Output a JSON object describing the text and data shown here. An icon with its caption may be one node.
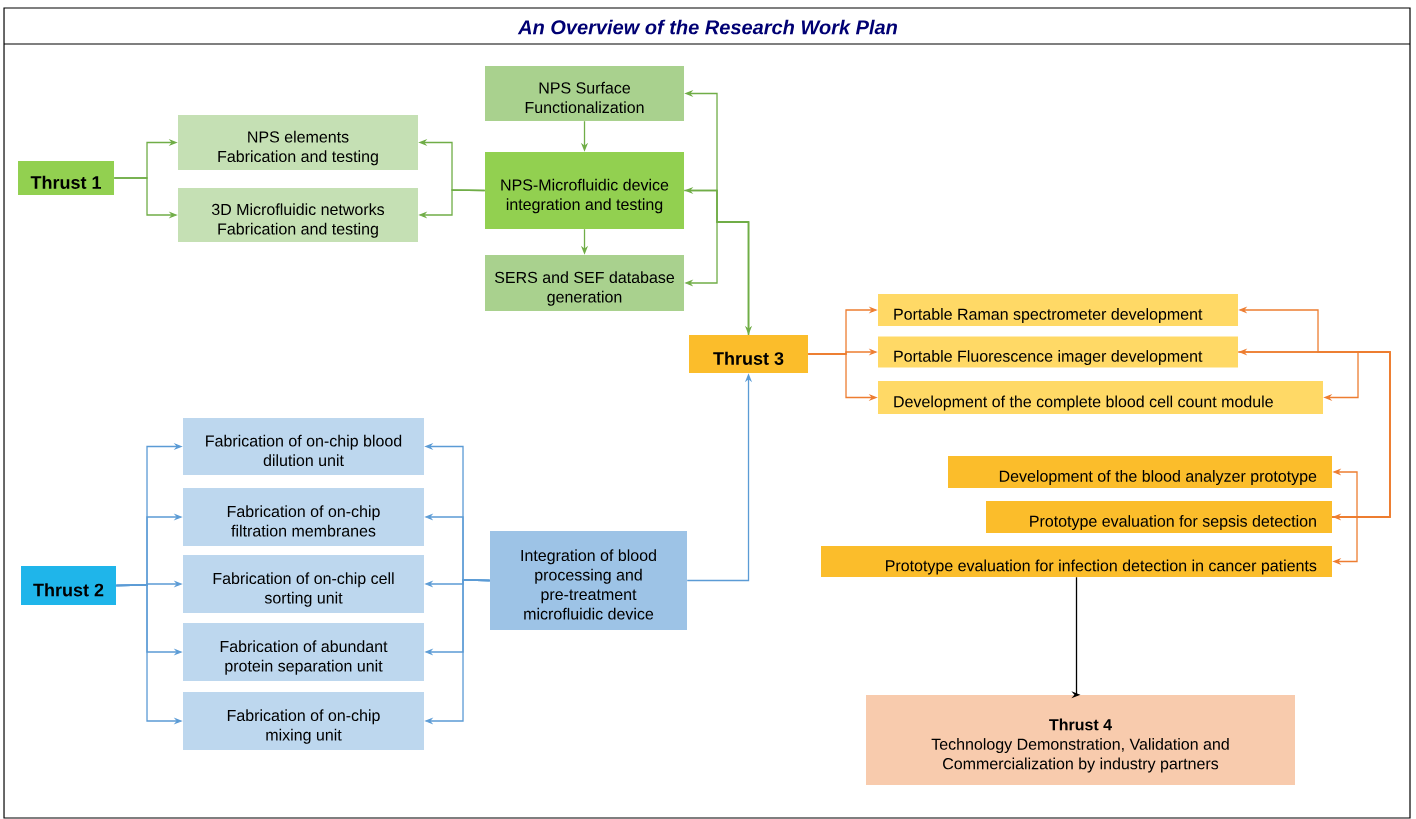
{
  "diagram": {
    "title": "An Overview of the Research Work Plan",
    "nodes": [
      {
        "text": [
          "Thrust 1"
        ]
      },
      {
        "text": [
          "NPS elements Fabrication and testing"
        ]
      },
      {
        "text": [
          "3D Microfluidic networks Fabrication and testing"
        ]
      },
      {
        "text": [
          "NPS Surface Functionalization"
        ]
      },
      {
        "text": [
          "NPS-Microfluidic device integration and testing"
        ]
      },
      {
        "text": [
          "SERS and SEF database generation"
        ]
      },
      {
        "text": [
          "Thrust 3"
        ]
      },
      {
        "text": [
          "Portable Raman spectrometer development"
        ]
      },
      {
        "text": [
          "Portable Fluorescence imager development"
        ]
      },
      {
        "text": [
          "Development of the complete blood cell count module"
        ]
      },
      {
        "text": [
          "Development of the blood analyzer prototype"
        ]
      },
      {
        "text": [
          "Prototype evaluation for sepsis detection"
        ]
      },
      {
        "text": [
          "Prototype evaluation for infection detection in cancer patients"
        ]
      },
      {
        "text": [
          "Thrust 4",
          "Technology Demonstration, Validation and Commercialization by industry partners"
        ]
      },
      {
        "text": [
          "Thrust 2"
        ]
      },
      {
        "text": [
          "Fabrication of on-chip blood dilution unit"
        ]
      },
      {
        "text": [
          "Fabrication of on-chip filtration membranes"
        ]
      },
      {
        "text": [
          "Fabrication of on-chip cell sorting unit"
        ]
      },
      {
        "text": [
          "Fabrication of abundant protein separation unit"
        ]
      },
      {
        "text": [
          "Fabrication of on-chip mixing unit"
        ]
      },
      {
        "text": [
          "Integration of blood processing and pre-treatment microfluidic device"
        ]
      }
    ],
    "edges": [
      {
        "from": 0,
        "to": 1,
        "arrow": "to",
        "color": "#70ad47"
      },
      {
        "from": 0,
        "to": 2,
        "arrow": "to",
        "color": "#70ad47"
      },
      {
        "from": 4,
        "to": 1,
        "arrow": "to",
        "color": "#70ad47"
      },
      {
        "from": 4,
        "to": 2,
        "arrow": "to",
        "color": "#70ad47"
      },
      {
        "from": 3,
        "to": 4,
        "arrow": "to",
        "color": "#70ad47"
      },
      {
        "from": 4,
        "to": 5,
        "arrow": "to",
        "color": "#70ad47"
      },
      {
        "from": 6,
        "to": 3,
        "arrow": "to",
        "color": "#70ad47"
      },
      {
        "from": 6,
        "to": 4,
        "arrow": "to",
        "color": "#70ad47"
      },
      {
        "from": 6,
        "to": 5,
        "arrow": "to",
        "color": "#70ad47"
      },
      {
        "from": 4,
        "to": 6,
        "arrow": "to",
        "color": "#70ad47"
      },
      {
        "from": 6,
        "to": 7,
        "arrow": "to",
        "color": "#ed7d31"
      },
      {
        "from": 6,
        "to": 8,
        "arrow": "to",
        "color": "#ed7d31"
      },
      {
        "from": 6,
        "to": 9,
        "arrow": "to",
        "color": "#ed7d31"
      },
      {
        "from": 11,
        "to": 7,
        "arrow": "to",
        "color": "#ed7d31"
      },
      {
        "from": 11,
        "to": 8,
        "arrow": "to",
        "color": "#ed7d31"
      },
      {
        "from": 11,
        "to": 9,
        "arrow": "to",
        "color": "#ed7d31"
      },
      {
        "from": 8,
        "to": 11,
        "arrow": "to",
        "color": "#ed7d31"
      },
      {
        "from": 11,
        "to": 10,
        "arrow": "to",
        "color": "#ed7d31"
      },
      {
        "from": 11,
        "to": 12,
        "arrow": "to",
        "color": "#ed7d31"
      },
      {
        "from": 12,
        "to": 13,
        "arrow": "to",
        "color": "#000000"
      },
      {
        "from": 14,
        "to": 15,
        "arrow": "to"
      },
      {
        "from": 14,
        "to": 16,
        "arrow": "to"
      },
      {
        "from": 14,
        "to": 17,
        "arrow": "to"
      },
      {
        "from": 14,
        "to": 18,
        "arrow": "to"
      },
      {
        "from": 14,
        "to": 19,
        "arrow": "to"
      },
      {
        "from": 20,
        "to": 15,
        "arrow": "to"
      },
      {
        "from": 20,
        "to": 16,
        "arrow": "to"
      },
      {
        "from": 20,
        "to": 17,
        "arrow": "to"
      },
      {
        "from": 20,
        "to": 18,
        "arrow": "to"
      },
      {
        "from": 20,
        "to": 19,
        "arrow": "to"
      },
      {
        "from": 20,
        "to": 6,
        "arrow": "to"
      }
    ]
  }
}
